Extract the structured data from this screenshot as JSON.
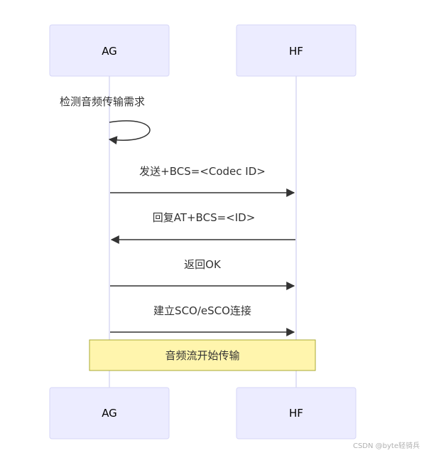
{
  "participants": {
    "ag": "AG",
    "hf": "HF"
  },
  "self_message": "检测音频传输需求",
  "messages": {
    "m1": "发送+BCS=<Codec ID>",
    "m2": "回复AT+BCS=<ID>",
    "m3": "返回OK",
    "m4": "建立SCO/eSCO连接"
  },
  "note": "音频流开始传输",
  "watermark": "CSDN @byte轻骑兵",
  "colors": {
    "actor_fill": "#ECECFF",
    "note_fill": "#fff5ad",
    "line": "#333333"
  }
}
